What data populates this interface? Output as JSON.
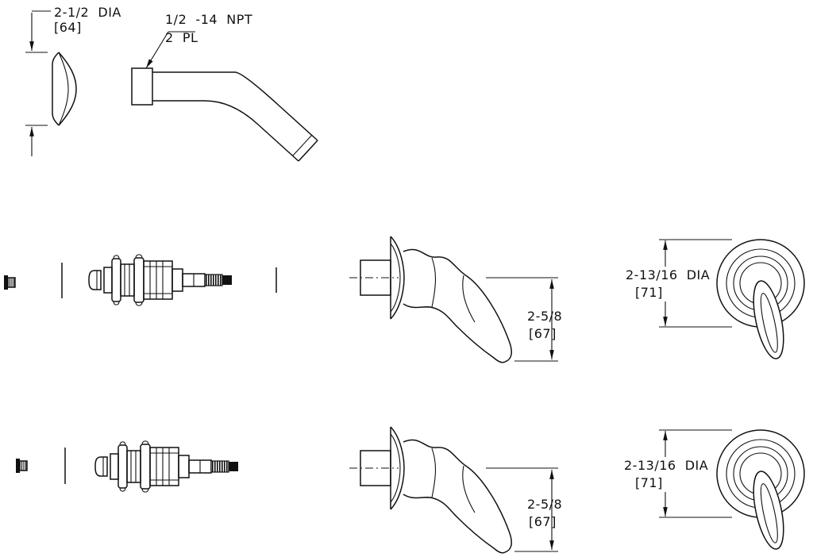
{
  "drawing": {
    "escutcheon_flange": {
      "dia_label": "2-1/2  DIA",
      "dia_metric": "[64]"
    },
    "shower_arm": {
      "thread_label": "1/2  -14  NPT",
      "places_label": "2  PL"
    },
    "trim_row_1": {
      "depth_label": "2-5/8",
      "depth_metric": "[67]",
      "dia_label": "2-13/16  DIA",
      "dia_metric": "[71]"
    },
    "trim_row_2": {
      "depth_label": "2-5/8",
      "depth_metric": "[67]",
      "dia_label": "2-13/16  DIA",
      "dia_metric": "[71]"
    }
  }
}
